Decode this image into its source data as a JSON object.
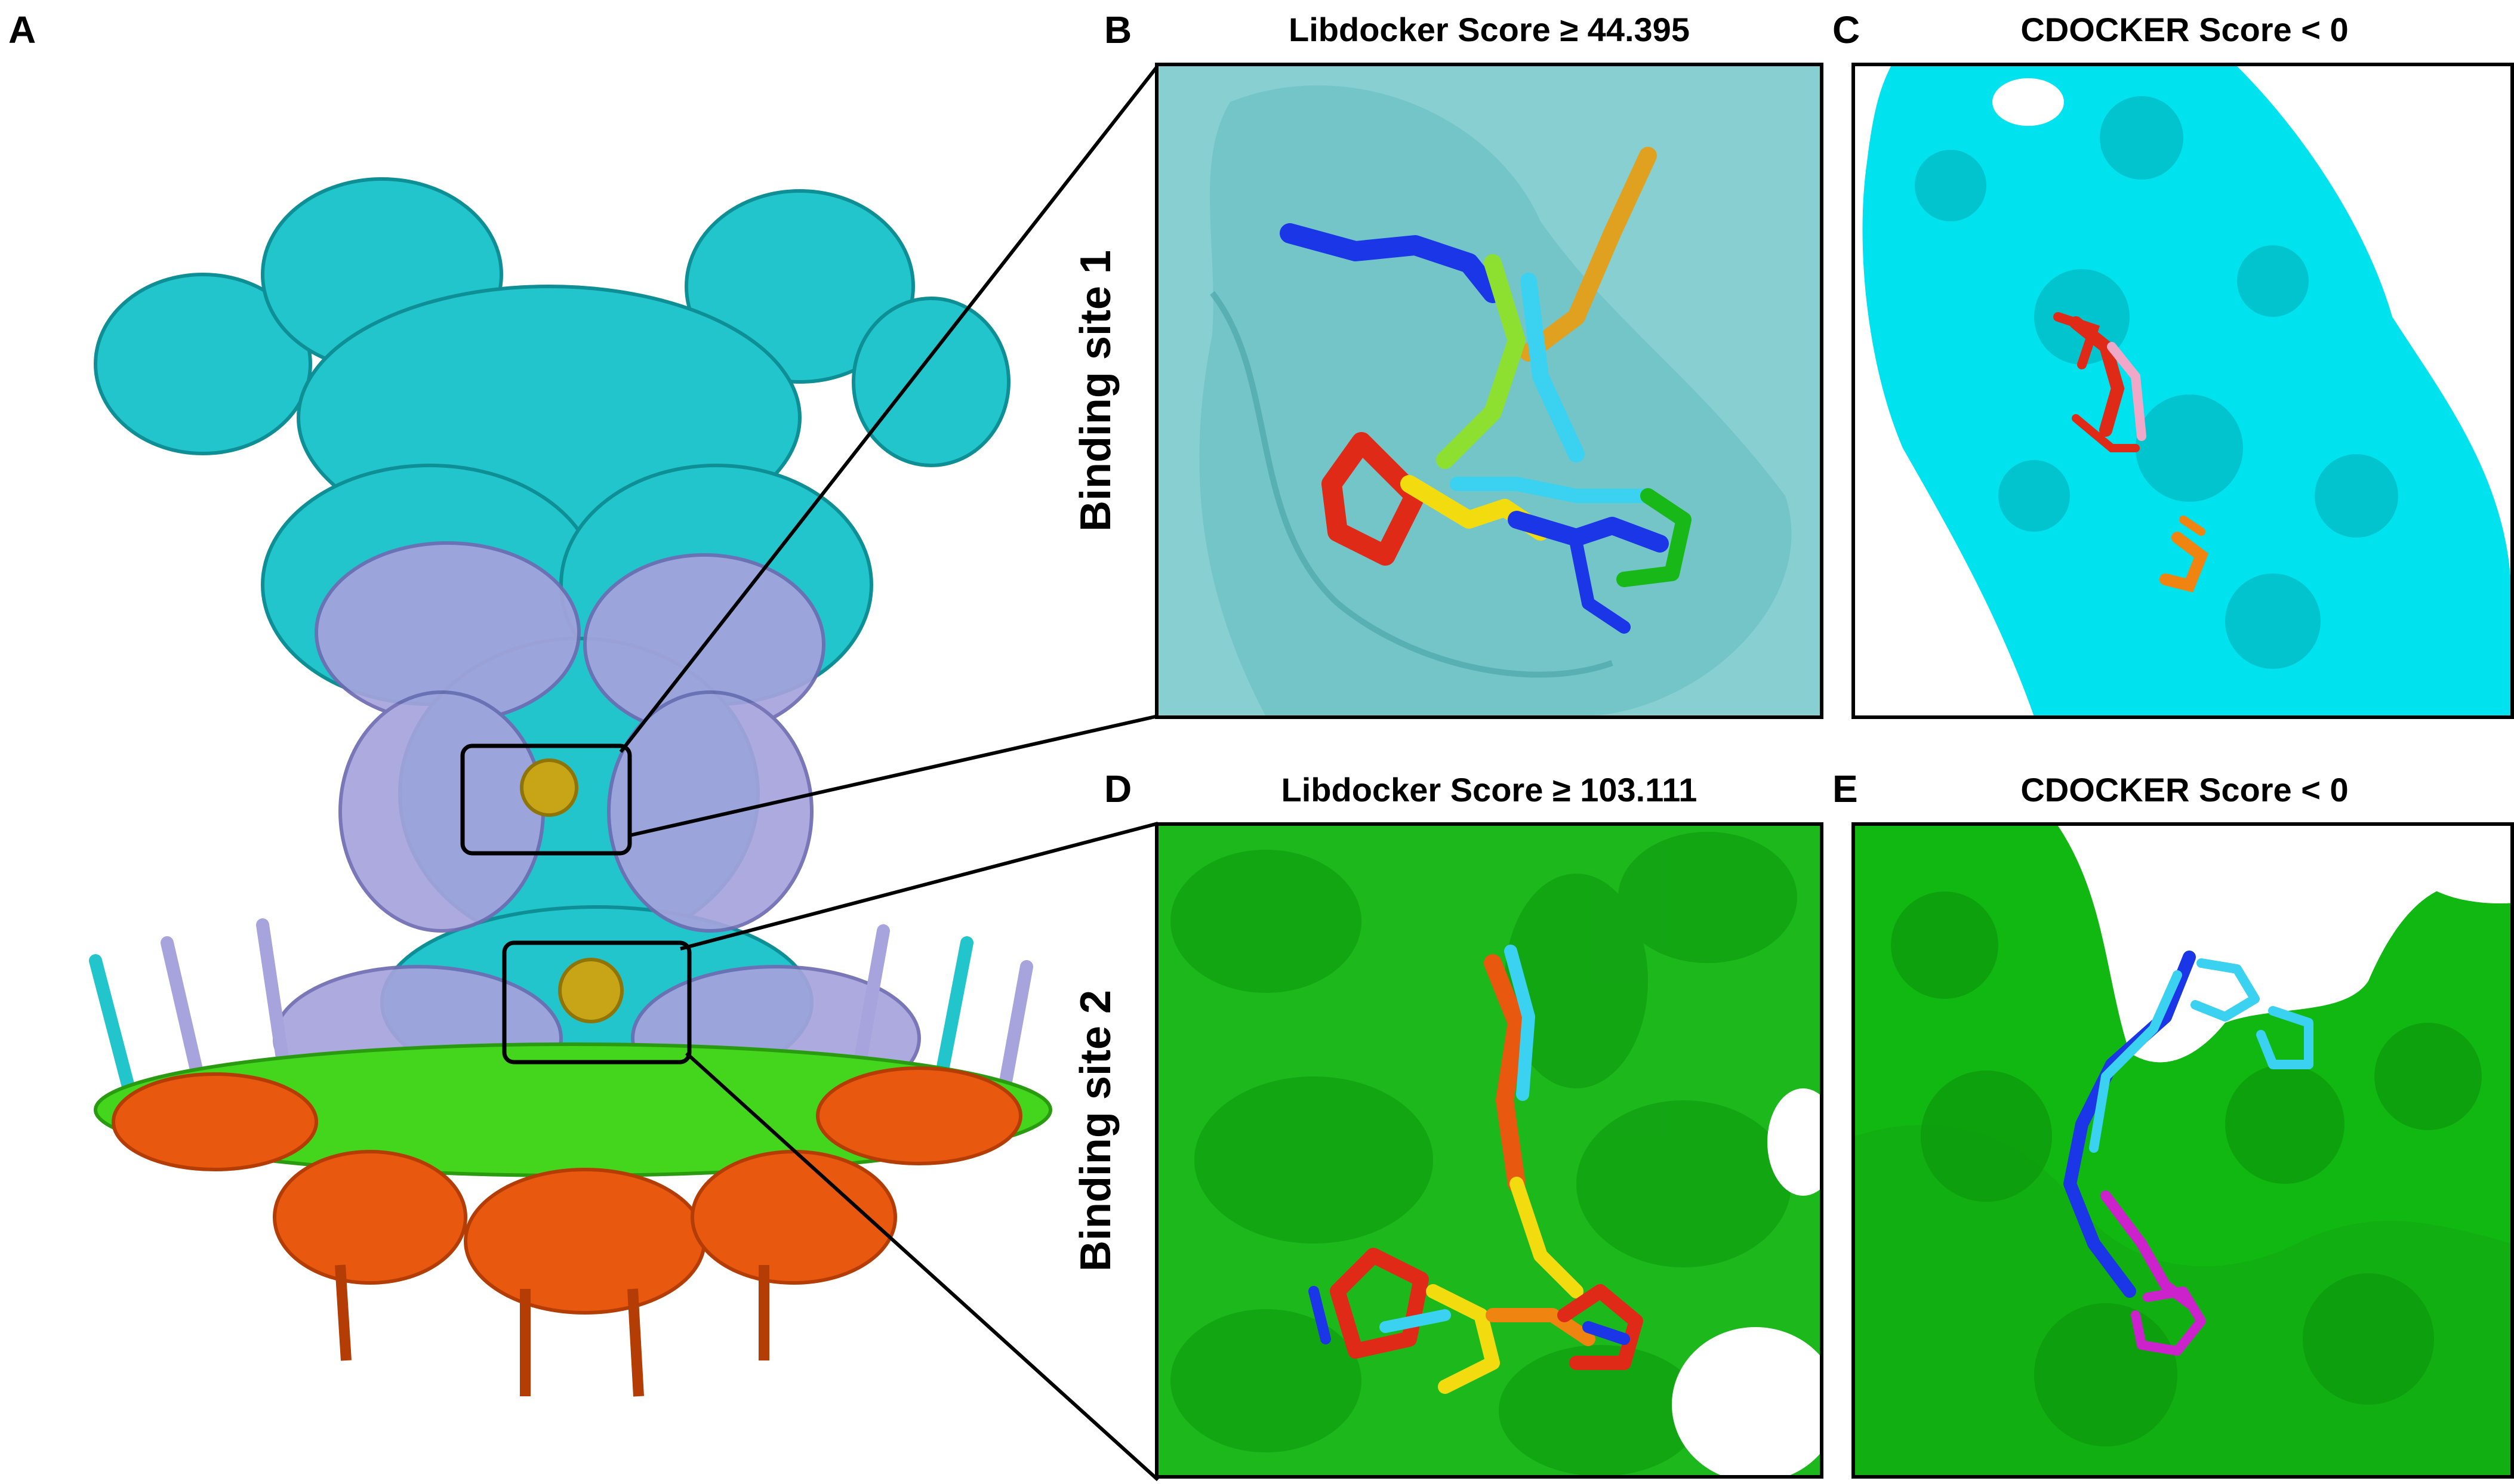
{
  "panels": {
    "a": {
      "letter": "A"
    },
    "b": {
      "letter": "B",
      "title": "Libdocker Score ≥ 44.395"
    },
    "c": {
      "letter": "C",
      "title": "CDOCKER Score < 0"
    },
    "d": {
      "letter": "D",
      "title": "Libdocker Score ≥ 103.111"
    },
    "e": {
      "letter": "E",
      "title": "CDOCKER Score < 0"
    }
  },
  "sites": {
    "site1": "Binding site 1",
    "site2": "Binding site 2"
  },
  "colors": {
    "cyan": "#22c5cc",
    "lavender": "#a6a3dd",
    "green": "#44d61c",
    "orange": "#e8580f",
    "gold": "#c8a516",
    "surface_cyan_light": "#7fd0d3",
    "surface_cyan": "#00e2ee",
    "surface_green": "#12b812",
    "ligand_red": "#e02a18",
    "ligand_blue": "#1a36e6",
    "ligand_yellow": "#f2dc10",
    "ligand_orange": "#ef8410",
    "ligand_pink": "#f0a8c8",
    "ligand_magenta": "#cc22cc",
    "ligand_lightblue": "#3ad2f0"
  }
}
